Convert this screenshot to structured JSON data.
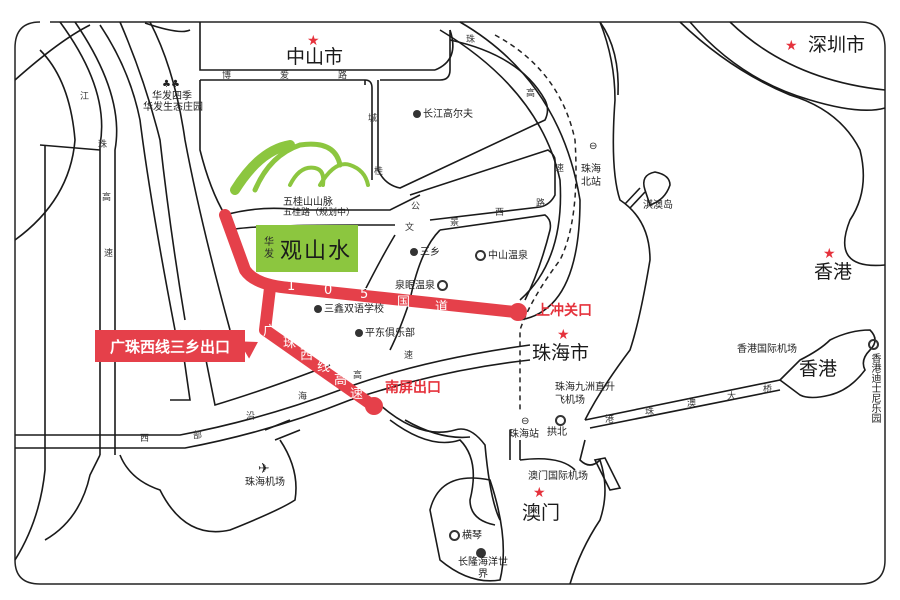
{
  "cities": {
    "zhongshan": "中山市",
    "shenzhen": "深圳市",
    "hongkong": "香港",
    "hongkong_island": "香港",
    "zhuhai": "珠海市",
    "macau": "澳门"
  },
  "brand": {
    "small": "华发",
    "name": "观山水",
    "mountain_label": "五桂山山脉",
    "road_planned": "五桂路（规划中）"
  },
  "highways": {
    "national_105": [
      "1",
      "0",
      "5",
      "国",
      "道"
    ],
    "guangzhu_west": [
      "广",
      "珠",
      "西",
      "线",
      "高",
      "速"
    ]
  },
  "exits": {
    "sanxiang_exit": "广珠西线三乡出口",
    "nanping_exit": "南屏出口",
    "shangchong_port": "上冲关口"
  },
  "roads": {
    "boai": [
      "博",
      "爱",
      "路"
    ],
    "jiangzhu": [
      "江",
      "珠",
      "高",
      "速"
    ],
    "cheng_gui": [
      "城",
      "桂"
    ],
    "gong_wen": [
      "公",
      "文"
    ],
    "jing_xi": [
      "景",
      "西",
      "路"
    ],
    "zhuhai_expressway": [
      "珠",
      "高",
      "速"
    ],
    "coastal_west": [
      "西",
      "部",
      "沿",
      "海"
    ],
    "gao_su": [
      "高",
      "速"
    ],
    "bridge": [
      "港",
      "珠",
      "澳",
      "大",
      "桥"
    ]
  },
  "pois": {
    "huafa_siji": "华发四季",
    "huafa_eco": "华发生态庄园",
    "changjiang_golf": "长江高尔夫",
    "sanxiang": "三乡",
    "zhongshan_hotspring": "中山温泉",
    "quanyan_hotspring": "泉眼温泉",
    "sanxin_school": "三鑫双语学校",
    "pingdong_club": "平东俱乐部",
    "zhuhai_north_station": "珠海北站",
    "qiao_island": "淇澳岛",
    "zhuhai_airport": "珠海机场",
    "jiuzhou_heliport": "珠海九洲直升飞机场",
    "zhuhai_station": "珠海站",
    "gongbei": "拱北",
    "macau_airport": "澳门国际机场",
    "hengqin": "横琴",
    "chimelong": "长隆海洋世界",
    "hk_airport": "香港国际机场",
    "hk_disney": "香港迪士尼乐园"
  },
  "colors": {
    "highway_red": "#e5404a",
    "brand_green": "#8cc63f",
    "star_red": "#e5323c",
    "road_line": "#1a1a1a"
  }
}
